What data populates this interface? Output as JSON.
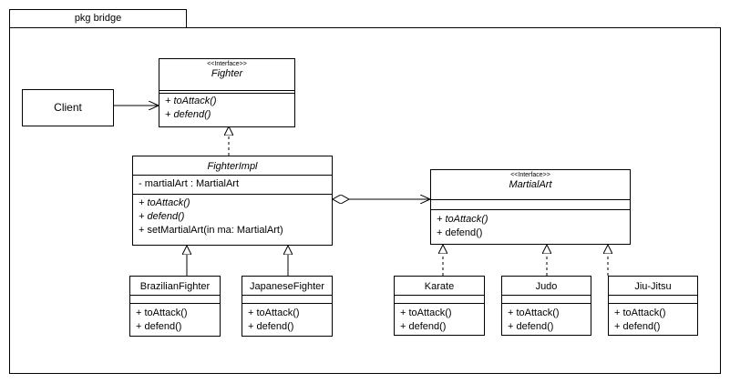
{
  "package": {
    "name": "pkg bridge"
  },
  "client": {
    "name": "Client"
  },
  "fighter": {
    "stereotype": "<<Interface>>",
    "name": "Fighter",
    "operations": [
      "+ toAttack()",
      "+ defend()"
    ]
  },
  "fighter_impl": {
    "name": "FighterImpl",
    "attributes": [
      "- martialArt : MartialArt"
    ],
    "operations": [
      "+ toAttack()",
      "+ defend()",
      "+ setMartialArt(in ma: MartialArt)"
    ]
  },
  "martial_art": {
    "stereotype": "<<Interface>>",
    "name": "MartialArt",
    "operations": [
      "+ toAttack()",
      "+ defend()"
    ]
  },
  "brazilian_fighter": {
    "name": "BrazilianFighter",
    "operations": [
      "+ toAttack()",
      "+ defend()"
    ]
  },
  "japanese_fighter": {
    "name": "JapaneseFighter",
    "operations": [
      "+ toAttack()",
      "+ defend()"
    ]
  },
  "karate": {
    "name": "Karate",
    "operations": [
      "+ toAttack()",
      "+ defend()"
    ]
  },
  "judo": {
    "name": "Judo",
    "operations": [
      "+ toAttack()",
      "+ defend()"
    ]
  },
  "jiu_jitsu": {
    "name": "Jiu-Jitsu",
    "operations": [
      "+ toAttack()",
      "+ defend()"
    ]
  }
}
